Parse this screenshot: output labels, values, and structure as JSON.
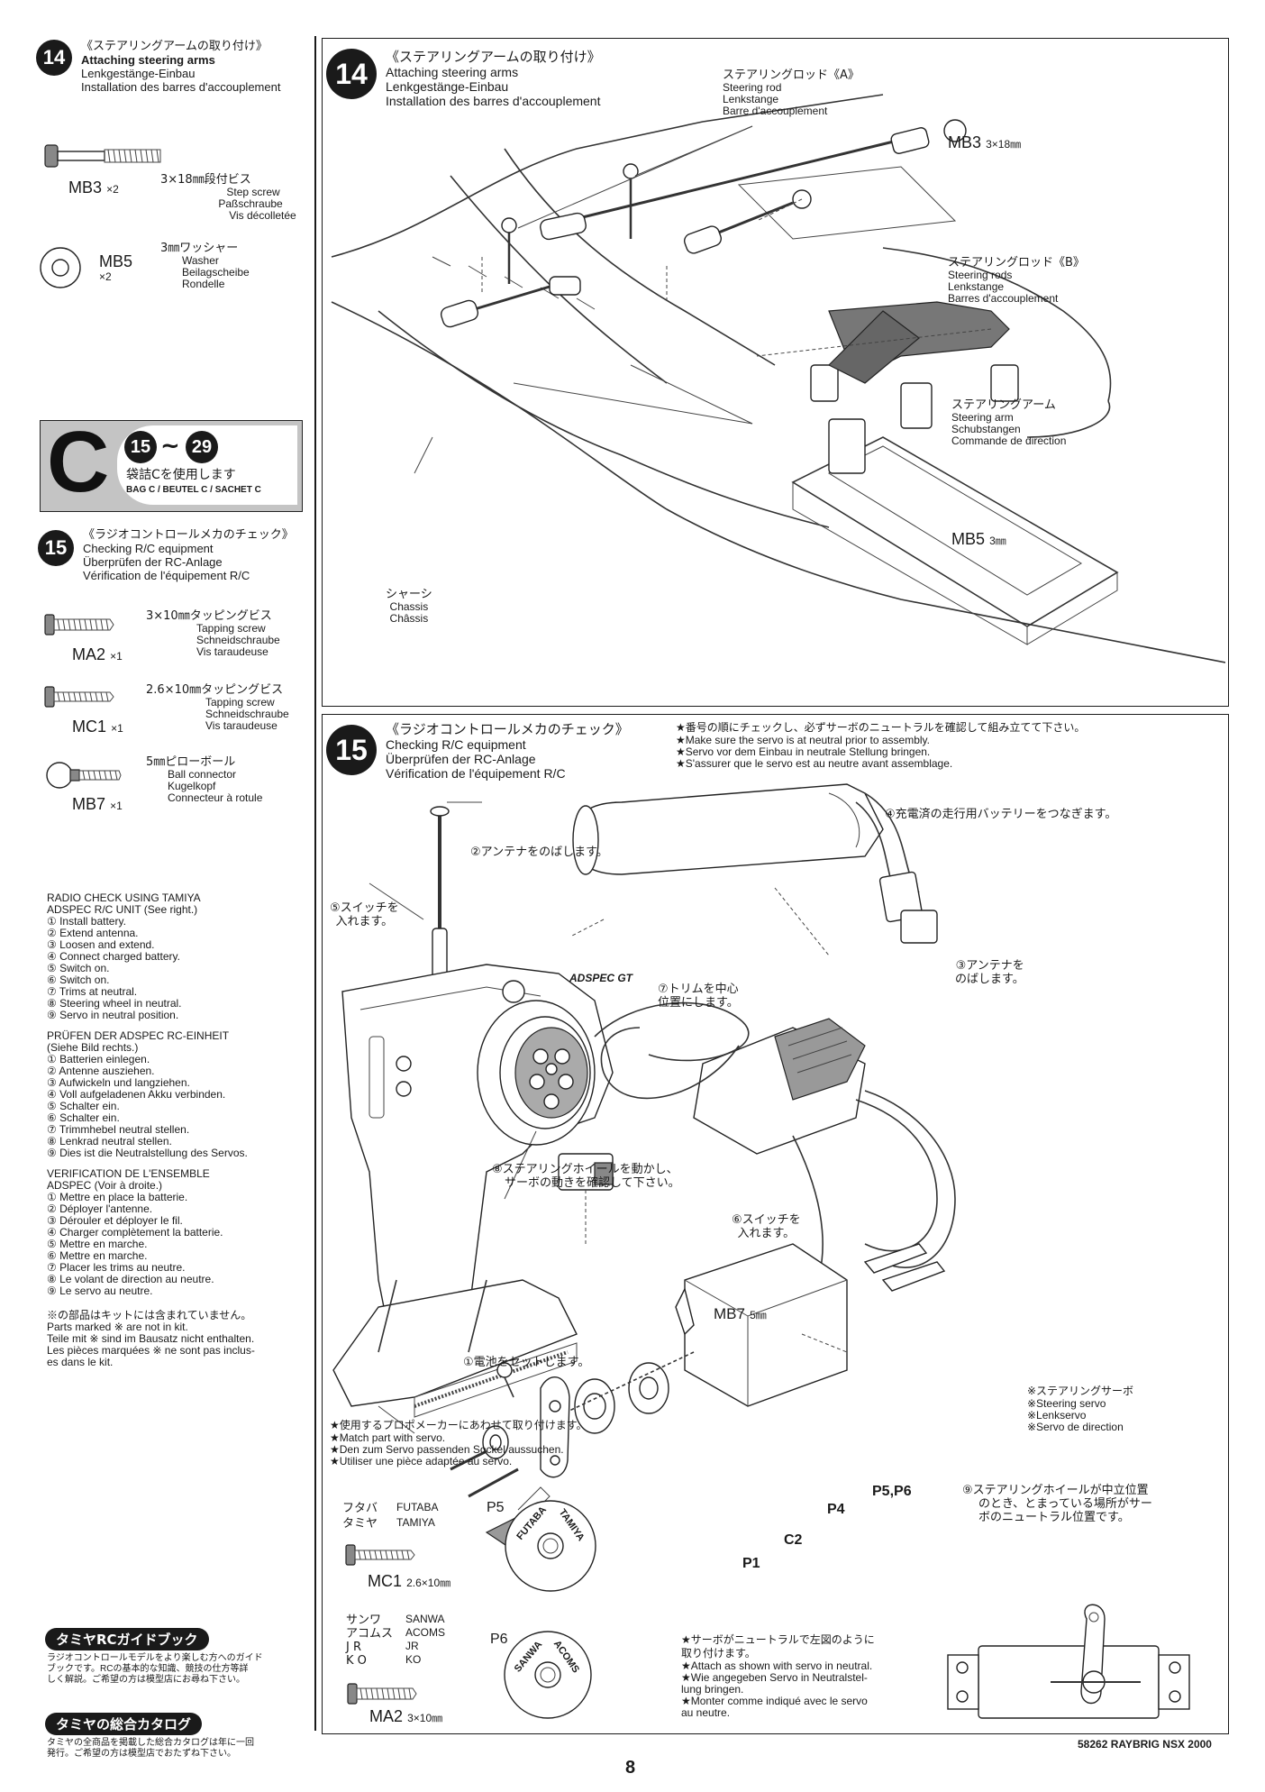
{
  "left": {
    "step14": {
      "number": "14",
      "title_jp": "《ステアリングアームの取り付け》",
      "title_en": "Attaching steering arms",
      "title_de": "Lenkgestänge-Einbau",
      "title_fr": "Installation des barres d'accouplement",
      "parts": [
        {
          "code": "MB3",
          "qty": "×2",
          "size_jp": "3×18㎜段付ビス",
          "en": "Step screw",
          "de": "Paßschraube",
          "fr": "Vis décolletée"
        },
        {
          "code": "MB5",
          "qty": "×2",
          "size_jp": "3㎜ワッシャー",
          "en": "Washer",
          "de": "Beilagscheibe",
          "fr": "Rondelle"
        }
      ]
    },
    "bagC": {
      "letter": "C",
      "range_start": "15",
      "range_sep": "~",
      "range_end": "29",
      "text_jp": "袋詰Cを使用します",
      "text_en": "BAG C / BEUTEL C / SACHET C"
    },
    "step15": {
      "number": "15",
      "title_jp": "《ラジオコントロールメカのチェック》",
      "title_en": "Checking R/C equipment",
      "title_de": "Überprüfen der RC-Anlage",
      "title_fr": "Vérification de l'équipement R/C",
      "parts": [
        {
          "code": "MA2",
          "qty": "×1",
          "size_jp": "3×10㎜タッピングビス",
          "en": "Tapping screw",
          "de": "Schneidschraube",
          "fr": "Vis taraudeuse"
        },
        {
          "code": "MC1",
          "qty": "×1",
          "size_jp": "2.6×10㎜タッピングビス",
          "en": "Tapping screw",
          "de": "Schneidschraube",
          "fr": "Vis taraudeuse"
        },
        {
          "code": "MB7",
          "qty": "×1",
          "size_jp": "5㎜ピローボール",
          "en": "Ball connector",
          "de": "Kugelkopf",
          "fr": "Connecteur à rotule"
        }
      ]
    },
    "radio_check": {
      "en_title": [
        "RADIO CHECK USING TAMIYA",
        "ADSPEC R/C UNIT (See right.)"
      ],
      "en_items": [
        "① Install battery.",
        "② Extend antenna.",
        "③ Loosen and extend.",
        "④ Connect charged battery.",
        "⑤ Switch on.",
        "⑥ Switch on.",
        "⑦ Trims at neutral.",
        "⑧ Steering wheel in neutral.",
        "⑨ Servo in neutral position."
      ],
      "de_title": [
        "PRÜFEN DER ADSPEC RC-EINHEIT",
        "(Siehe Bild rechts.)"
      ],
      "de_items": [
        "① Batterien einlegen.",
        "② Antenne ausziehen.",
        "③ Aufwickeln und langziehen.",
        "④ Voll aufgeladenen Akku verbinden.",
        "⑤ Schalter ein.",
        "⑥ Schalter ein.",
        "⑦ Trimmhebel neutral stellen.",
        "⑧ Lenkrad neutral stellen.",
        "⑨ Dies ist die Neutralstellung des Servos."
      ],
      "fr_title": [
        "VERIFICATION DE L'ENSEMBLE",
        "ADSPEC (Voir à droite.)"
      ],
      "fr_items": [
        "① Mettre en place la batterie.",
        "② Déployer l'antenne.",
        "③ Dérouler et déployer le fil.",
        "④ Charger complètement la batterie.",
        "⑤ Mettre en marche.",
        "⑥ Mettre en marche.",
        "⑦ Placer les trims au neutre.",
        "⑧ Le volant de direction au neutre.",
        "⑨ Le servo au neutre."
      ]
    },
    "not_in_kit": [
      "※の部品はキットには含まれていません。",
      "Parts marked ※ are not in kit.",
      "Teile mit ※ sind im Bausatz nicht enthalten.",
      "Les pièces marquées ※ ne sont pas inclus-",
      "es dans le kit."
    ],
    "guide_book": {
      "title": "タミヤRCガイドブック",
      "text": [
        "ラジオコントロールモデルをより楽しむ方へのガイド",
        "ブックです。RCの基本的な知識、競技の仕方等詳",
        "しく解説。ご希望の方は模型店にお尋ね下さい。"
      ]
    },
    "catalog": {
      "title": "タミヤの総合カタログ",
      "text": [
        "タミヤの全商品を掲載した総合カタログは年に一回",
        "発行。ご希望の方は模型店でおたずね下さい。"
      ]
    }
  },
  "panel14": {
    "number": "14",
    "title_jp": "《ステアリングアームの取り付け》",
    "title_en": "Attaching steering arms",
    "title_de": "Lenkgestänge-Einbau",
    "title_fr": "Installation des barres d'accouplement",
    "rod_a": [
      "ステアリングロッド《A》",
      "Steering rod",
      "Lenkstange",
      "Barre d'accouplement"
    ],
    "mb3": {
      "code": "MB3",
      "size": "3×18㎜"
    },
    "rod_b": [
      "ステアリングロッド《B》",
      "Steering rods",
      "Lenkstange",
      "Barres d'accouplement"
    ],
    "arm": [
      "ステアリングアーム",
      "Steering arm",
      "Schubstangen",
      "Commande de direction"
    ],
    "mb5": {
      "code": "MB5",
      "size": "3㎜"
    },
    "chassis": [
      "シャーシ",
      "Chassis",
      "Châssis"
    ]
  },
  "panel15": {
    "number": "15",
    "title_jp": "《ラジオコントロールメカのチェック》",
    "title_en": "Checking R/C equipment",
    "title_de": "Überprüfen der RC-Anlage",
    "title_fr": "Vérification de l'équipement R/C",
    "notes": [
      "★番号の順にチェックし、必ずサーボのニュートラルを確認して組み立てて下さい。",
      "★Make sure the servo is at neutral prior to assembly.",
      "★Servo vor dem Einbau in neutrale Stellung bringen.",
      "★S'assurer que le servo est au neutre avant assemblage."
    ],
    "c1": "①電池をセットします。",
    "c2": "②アンテナをのばします。",
    "c3": [
      "③アンテナを",
      "のばします。"
    ],
    "c4": "④充電済の走行用バッテリーをつなぎます。",
    "c5": [
      "⑤スイッチを",
      "入れます。"
    ],
    "c6": [
      "⑥スイッチを",
      "入れます。"
    ],
    "c7": [
      "⑦トリムを中心",
      "位置にします。"
    ],
    "c8": [
      "⑧ステアリングホイールを動かし、",
      "サーボの動きを確認して下さい。"
    ],
    "c9": [
      "⑨ステアリングホイールが中立位置",
      "のとき、とまっている場所がサー",
      "ボのニュートラル位置です。"
    ],
    "servo": [
      "※ステアリングサーボ",
      "※Steering servo",
      "※Lenkservo",
      "※Servo de direction"
    ],
    "mb7": {
      "code": "MB7",
      "size": "5㎜"
    },
    "part_labels": {
      "p1": "P1",
      "p4": "P4",
      "p56": "P5,P6",
      "c2": "C2",
      "p5": "P5",
      "p6": "P6"
    },
    "transmitter_brand": "ADSPEC GT",
    "use_propo": [
      "★使用するプロポメーカーにあわせて取り付けます。",
      "★Match part with servo.",
      "★Den zum Servo passenden Sockel aussuchen.",
      "★Utiliser une pièce adaptée au servo."
    ],
    "futaba": {
      "jp": "フタバ",
      "en": "FUTABA",
      "jp2": "タミヤ",
      "en2": "TAMIYA",
      "code": "MC1",
      "size": "2.6×10㎜",
      "disc1": "FUTABA",
      "disc2": "TAMIYA"
    },
    "sanwa": {
      "jp": "サンワ",
      "en": "SANWA",
      "jp2": "アコムス",
      "en2": "ACOMS",
      "jp3": "J R",
      "en3": "JR",
      "jp4": "K O",
      "en4": "KO",
      "code": "MA2",
      "size": "3×10㎜",
      "disc1": "SANWA",
      "disc2": "ACOMS"
    },
    "attach": [
      "★サーボがニュートラルで左図のように",
      "取り付けます。",
      "★Attach as shown with servo in neutral.",
      "★Wie angegeben Servo in Neutralstel-",
      "lung bringen.",
      "★Monter comme indiqué avec le servo",
      "au neutre."
    ]
  },
  "footer": {
    "page": "8",
    "model": "58262 RAYBRIG NSX 2000"
  }
}
